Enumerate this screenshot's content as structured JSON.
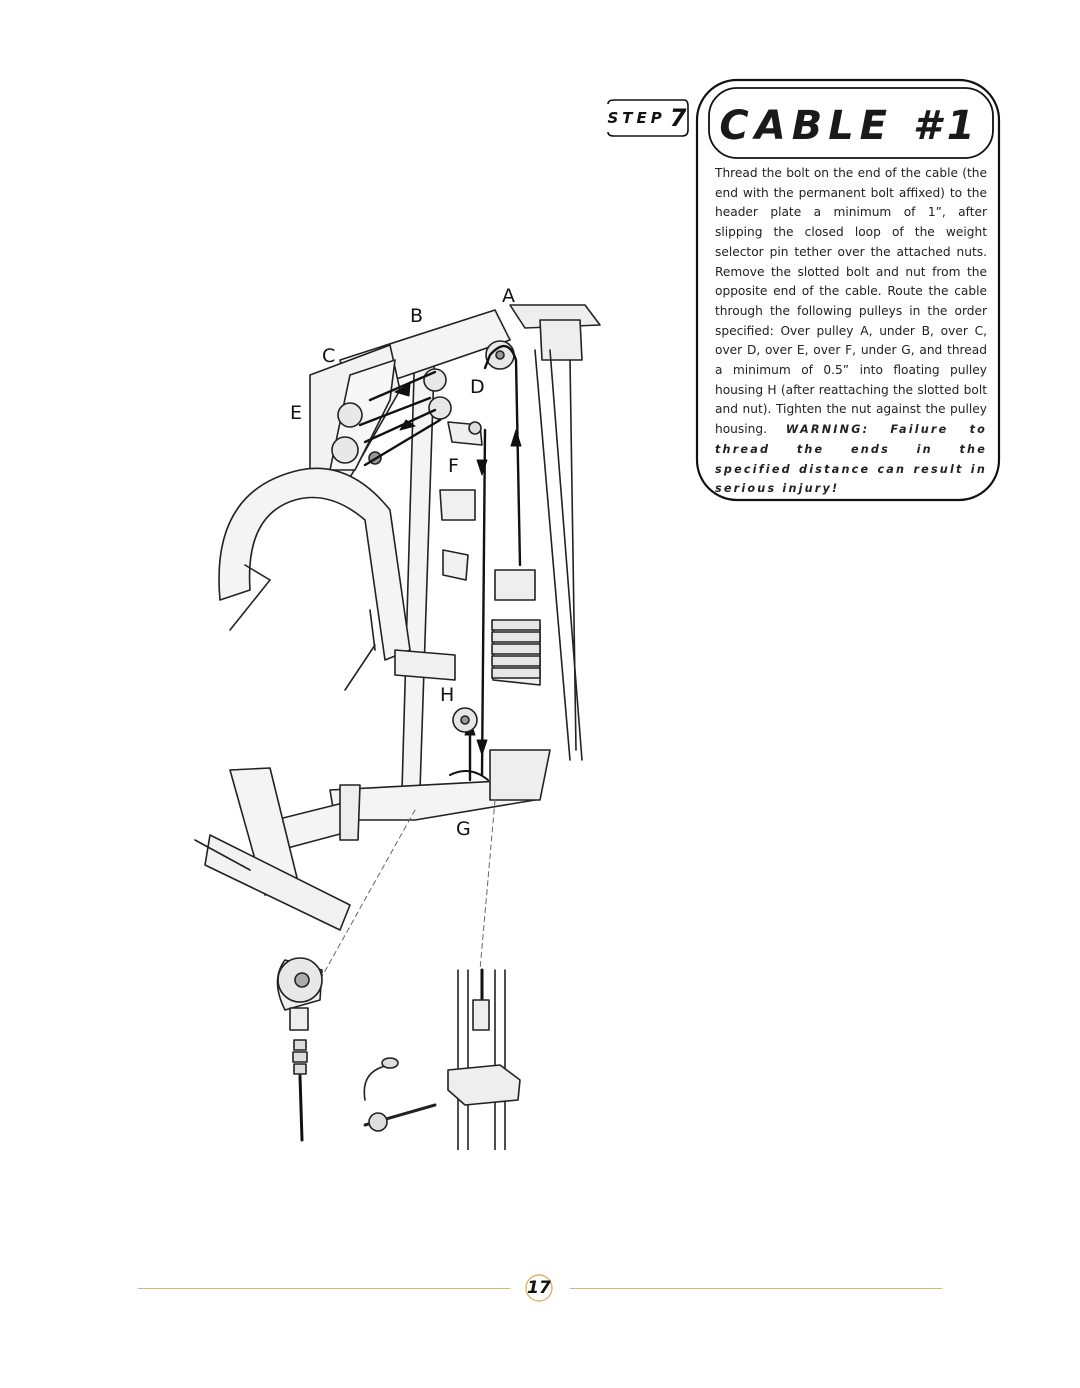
{
  "header": {
    "step_word": "STEP",
    "step_number": "7",
    "title": "CABLE #1"
  },
  "instructions": {
    "body": "Thread the bolt on the end of the cable (the end with the permanent bolt affixed) to the header plate a minimum of 1”, after slipping the closed loop of the weight selector pin tether over the attached nuts. Remove the slotted bolt and nut from the opposite end of the cable. Route the cable through the following pulleys in the order specified: Over pulley A, under B, over C, over D, over E, over F, under G, and thread a minimum of 0.5” into floating pulley housing H (after reattaching the slotted bolt and nut). Tighten the nut against the pulley housing.",
    "warning": "WARNING: Failure to thread the ends in the specified distance can result in serious injury!"
  },
  "figure": {
    "labels": {
      "a": "A",
      "b": "B",
      "c": "C",
      "d": "D",
      "e": "E",
      "f": "F",
      "g": "G",
      "h": "H"
    }
  },
  "footer": {
    "page_number": "17",
    "rule_color": "#d8b66a"
  }
}
